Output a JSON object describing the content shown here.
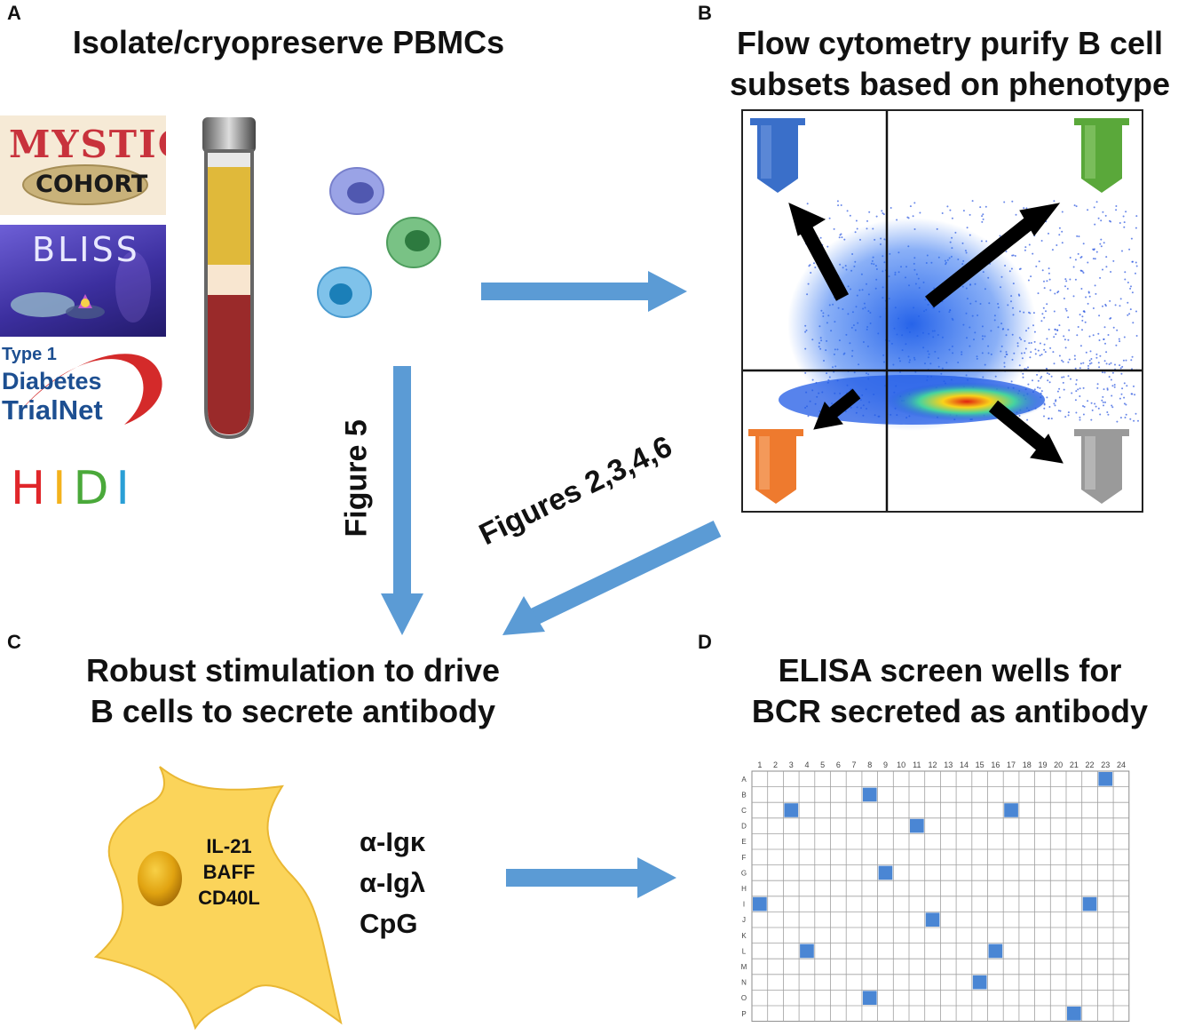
{
  "panels": {
    "a": {
      "letter": "A",
      "title": "Isolate/cryopreserve PBMCs",
      "logos": {
        "mystic": {
          "line1": "MYSTIC",
          "line2": "COHORT"
        },
        "bliss": "BLISS",
        "trialnet": {
          "line1": "Type 1",
          "line2": "Diabetes",
          "line3": "TrialNet"
        },
        "hidi": [
          "H",
          "I",
          "D",
          "I"
        ]
      }
    },
    "b": {
      "letter": "B",
      "title_line1": "Flow cytometry purify B cell",
      "title_line2": "subsets based on phenotype"
    },
    "c": {
      "letter": "C",
      "title_line1": "Robust stimulation to drive",
      "title_line2": "B cells to secrete antibody",
      "cell_factors": [
        "IL-21",
        "BAFF",
        "CD40L"
      ],
      "stimuli": [
        "α-Igκ",
        "α-Igλ",
        "CpG"
      ]
    },
    "d": {
      "letter": "D",
      "title_line1": "ELISA screen wells for",
      "title_line2": "BCR secreted as antibody",
      "plate": {
        "columns": [
          "1",
          "2",
          "3",
          "4",
          "5",
          "6",
          "7",
          "8",
          "9",
          "10",
          "11",
          "12",
          "13",
          "14",
          "15",
          "16",
          "17",
          "18",
          "19",
          "20",
          "21",
          "22",
          "23",
          "24"
        ],
        "rows": [
          "A",
          "B",
          "C",
          "D",
          "E",
          "F",
          "G",
          "H",
          "I",
          "J",
          "K",
          "L",
          "M",
          "N",
          "O",
          "P"
        ],
        "positive_wells": [
          {
            "row": "A",
            "col": 23
          },
          {
            "row": "B",
            "col": 8
          },
          {
            "row": "C",
            "col": 3
          },
          {
            "row": "C",
            "col": 17
          },
          {
            "row": "D",
            "col": 11
          },
          {
            "row": "G",
            "col": 9
          },
          {
            "row": "I",
            "col": 1
          },
          {
            "row": "I",
            "col": 22
          },
          {
            "row": "J",
            "col": 12
          },
          {
            "row": "L",
            "col": 4
          },
          {
            "row": "L",
            "col": 16
          },
          {
            "row": "N",
            "col": 15
          },
          {
            "row": "O",
            "col": 8
          },
          {
            "row": "P",
            "col": 21
          }
        ]
      }
    }
  },
  "arrows": {
    "down_label": "Figure 5",
    "diagonal_label": "Figures 2,3,4,6"
  },
  "colors": {
    "arrow": "#5b9bd5",
    "tube_blue": "#3a6fc9",
    "tube_green": "#5aa83a",
    "tube_orange": "#ee7a2e",
    "tube_gray": "#9a9a9a",
    "positive_well": "#4a86d4",
    "cell_fill": "#fbd45a"
  }
}
